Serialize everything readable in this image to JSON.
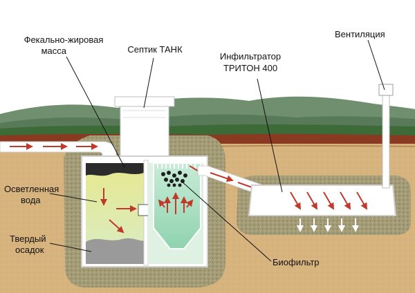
{
  "labels": {
    "fat_mass_line1": "Фекально-жировая",
    "fat_mass_line2": "масса",
    "septic_tank": "Септик ТАНК",
    "infiltrator_line1": "Инфильтратор",
    "infiltrator_line2": "ТРИТОН 400",
    "ventilation": "Вентиляция",
    "clarified_water_line1": "Осветленная",
    "clarified_water_line2": "вода",
    "solid_sediment_line1": "Твердый",
    "solid_sediment_line2": "осадок",
    "biofilter": "Биофильтр"
  },
  "colors": {
    "sky": "#ffffff",
    "hills": "#6f8f6e",
    "hills_dark": "#4d6b4e",
    "grass": "#3f6f3a",
    "topsoil_red": "#8b3a1f",
    "soil": "#d6b07a",
    "soil_light": "#e2c192",
    "gravel": "#9a9a7a",
    "tank_wall": "#ffffff",
    "water_yellow": "#e8ec9a",
    "water_green": "#cfe6c0",
    "biofilter_water": "#a7dcc0",
    "sediment": "#9a9a9a",
    "scum": "#2a2a2a",
    "arrow": "#c0392b",
    "pipe": "#ffffff"
  }
}
